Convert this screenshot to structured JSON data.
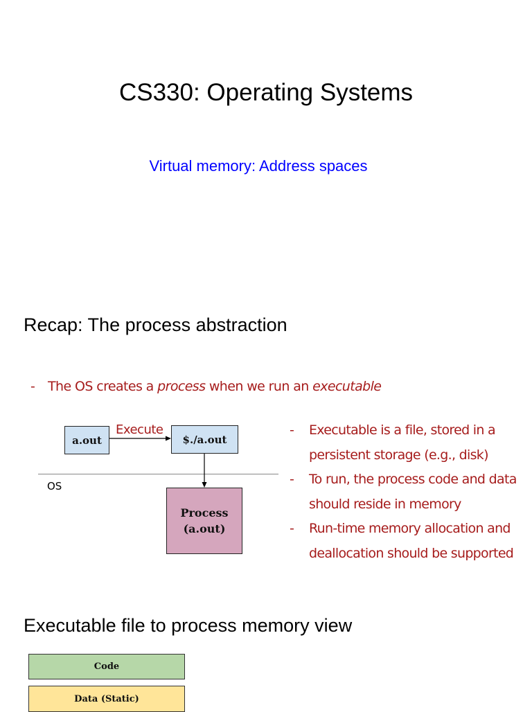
{
  "slide1": {
    "title": "CS330: Operating Systems",
    "subtitle": "Virtual memory: Address spaces"
  },
  "slide2": {
    "heading": "Recap: The process abstraction",
    "bullet_dash": "-",
    "bullet_parts": [
      "The OS creates a ",
      "process",
      " when we run an ",
      "executable"
    ],
    "diagram": {
      "aout_label": "a.out",
      "execute_label": "Execute",
      "run_label": "$./a.out",
      "os_label": "OS",
      "process_line1": "Process",
      "process_line2": "(a.out)",
      "colors": {
        "file_box": "#cfe2f3",
        "process_box": "#d5a6bd",
        "text_red": "#a61c1c"
      }
    },
    "notes": [
      {
        "dash": "-",
        "lines": [
          "Executable is a file, stored in a",
          "persistent storage (e.g., disk)"
        ]
      },
      {
        "dash": "-",
        "lines": [
          "To run, the process code and data",
          "should reside in  memory"
        ]
      },
      {
        "dash": "-",
        "lines": [
          "Run-time memory allocation and",
          "deallocation should be supported"
        ]
      }
    ]
  },
  "slide3": {
    "heading": "Executable file to process memory view",
    "segments": [
      {
        "label": "Code",
        "color": "#b6d7a8"
      },
      {
        "label": "Data (Static)",
        "color": "#ffe599"
      }
    ]
  }
}
